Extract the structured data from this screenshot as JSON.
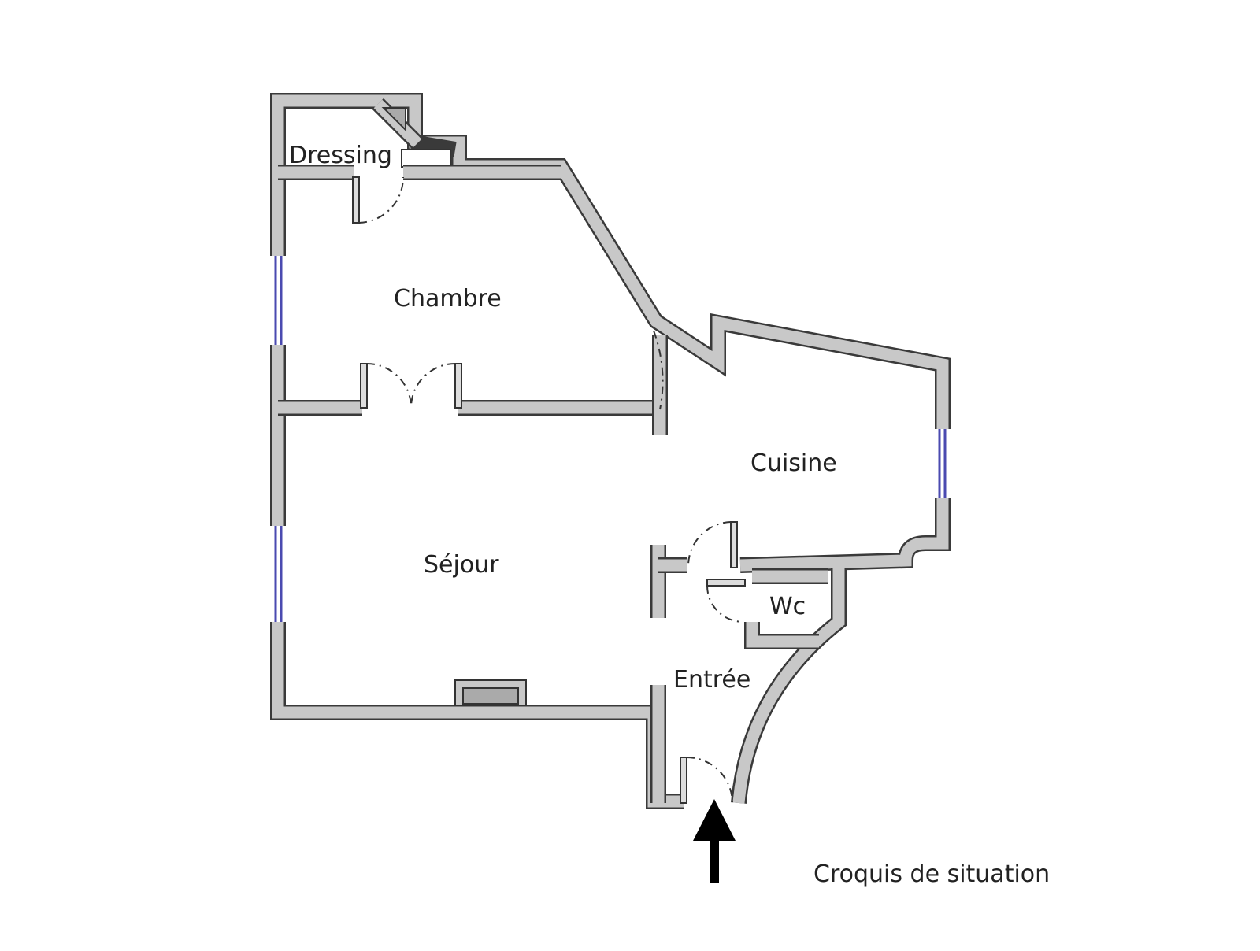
{
  "plan": {
    "rooms": {
      "dressing": "Dressing",
      "chambre": "Chambre",
      "cuisine": "Cuisine",
      "sejour": "Séjour",
      "wc": "Wc",
      "entree": "Entrée"
    },
    "caption": "Croquis de situation",
    "colors": {
      "wall": "#c8c8c8",
      "outline": "#3a3a3a",
      "window": "#4a4ab0"
    }
  }
}
